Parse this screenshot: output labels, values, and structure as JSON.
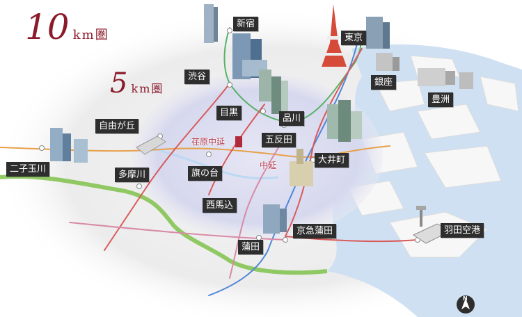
{
  "rings": {
    "outer": {
      "number": "10",
      "unit": "km圏"
    },
    "inner": {
      "number": "5",
      "unit": "km圏"
    }
  },
  "stations": {
    "shinjuku": "新宿",
    "tokyo": "東京",
    "shibuya": "渋谷",
    "ginza": "銀座",
    "toyosu": "豊洲",
    "meguro": "目黒",
    "shinagawa": "品川",
    "jiyugaoka": "自由が丘",
    "gotanda": "五反田",
    "futakotamagawa": "二子玉川",
    "tamagawa": "多摩川",
    "hatanodai": "旗の台",
    "oimachi": "大井町",
    "nishimagome": "西馬込",
    "keikyu_kamata": "京急蒲田",
    "haneda": "羽田空港",
    "kamata": "蒲田"
  },
  "districts": {
    "ebaranakanobu": "荏原中延",
    "nakanobu": "中延"
  },
  "colors": {
    "ring_title": "#8b1a2b",
    "label_bg": "#2e2e2e",
    "district_text": "#b23b4d",
    "water": "#cfe0f2",
    "land": "#ededed",
    "river": "#7fc24a",
    "rail_red": "#d85a5a",
    "rail_green": "#58b368",
    "rail_blue": "#4f86d8",
    "rail_orange": "#e7a04a",
    "rail_pink": "#d88aa6"
  },
  "icons": {
    "compass": "north-arrow-icon"
  }
}
